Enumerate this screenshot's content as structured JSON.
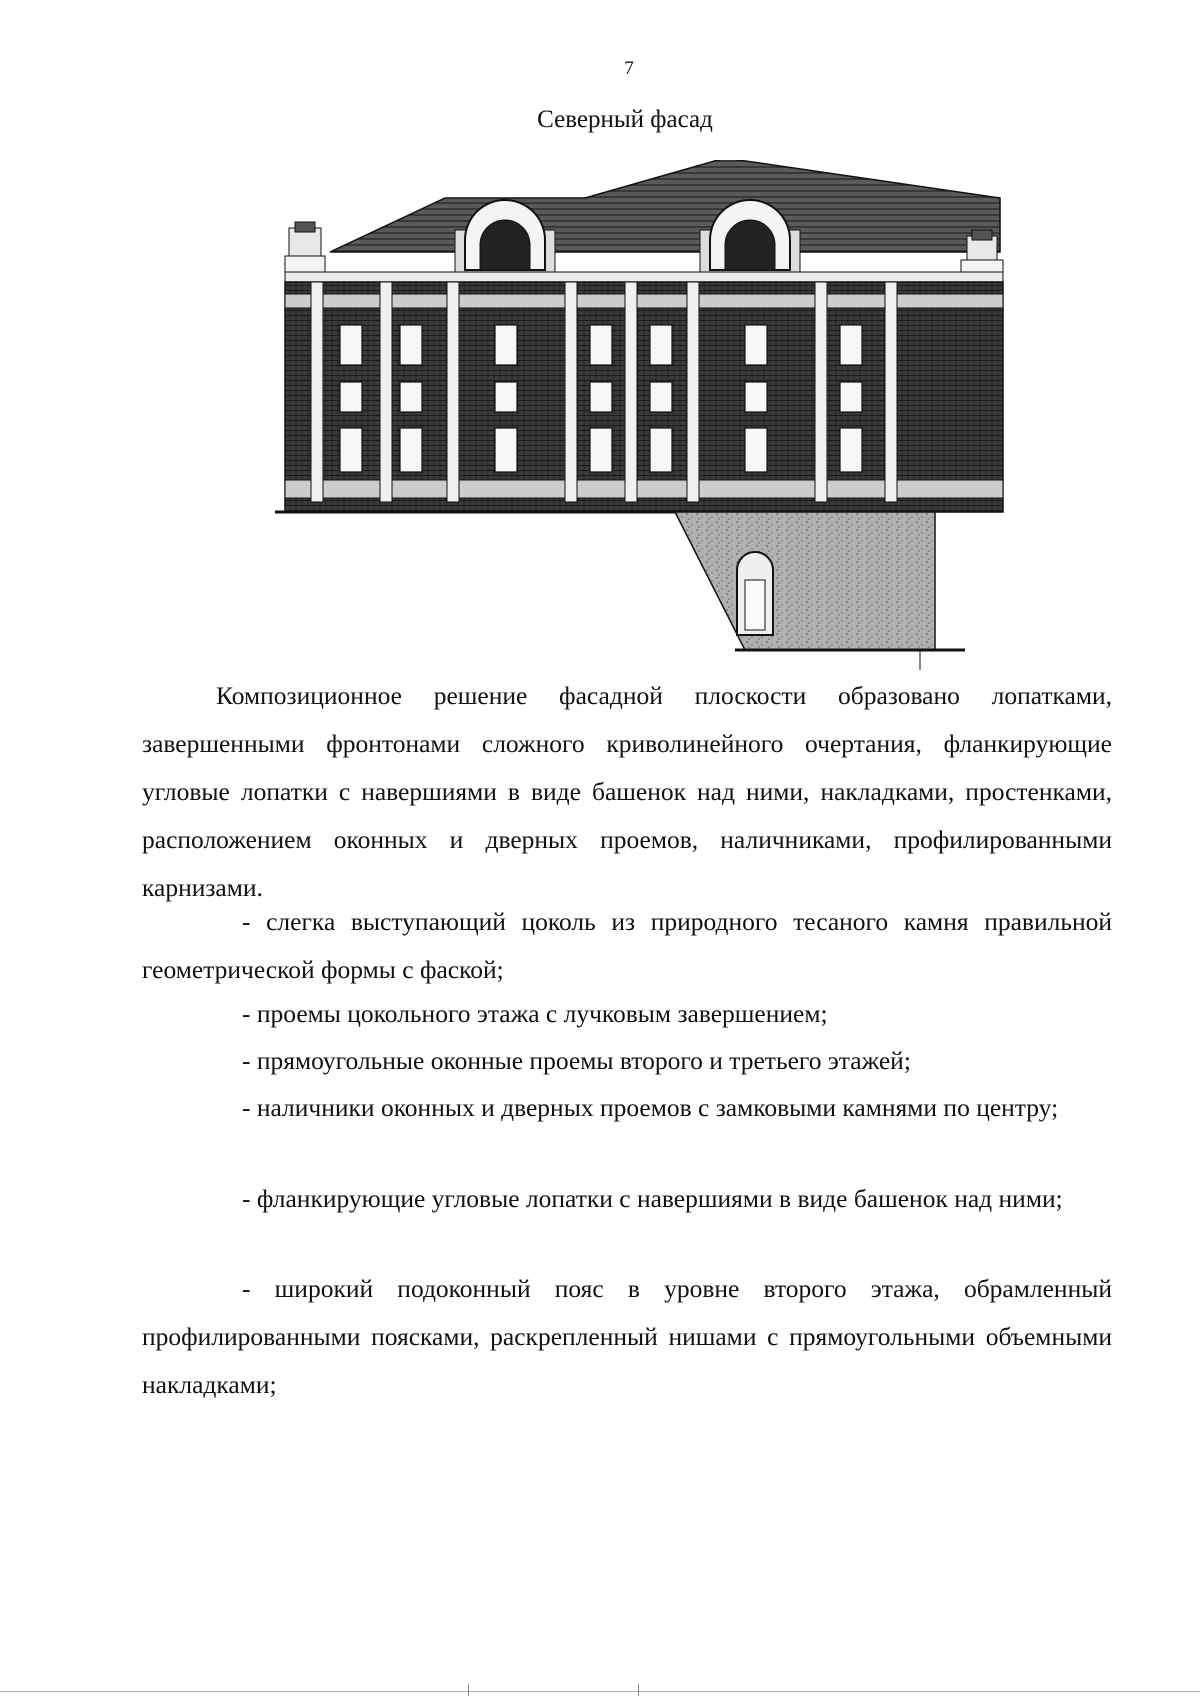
{
  "page": {
    "number": "7",
    "figure_title": "Северный фасад"
  },
  "figure": {
    "description_kind": "architectural-elevation"
  },
  "text": {
    "intro": "Композиционное решение фасадной плоскости образовано лопатками, завершенными фронтонами сложного криволинейного очертания, фланкирующие угловые лопатки с навершиями в виде башенок над ними, накладками, простенками, расположением оконных и дверных проемов, наличниками, профилированными карнизами.",
    "items": [
      "- слегка выступающий цоколь из природного тесаного камня правильной геометрической формы с фаской;",
      "- проемы цокольного этажа с лучковым завершением;",
      "- прямоугольные оконные проемы второго и третьего этажей;",
      "- наличники оконных и дверных проемов с замковыми камнями по центру;",
      "- фланкирующие угловые лопатки с навершиями в виде башенок над ними;",
      "- широкий подоконный пояс в уровне второго этажа, обрамленный профилированными поясками, раскрепленный нишами с прямоугольными объемными накладками;"
    ]
  },
  "colors": {
    "brick": "#2a2a2a",
    "roof": "#4a4a4a",
    "plinth": "#9a9a9a",
    "trim": "#f2f2f2"
  }
}
